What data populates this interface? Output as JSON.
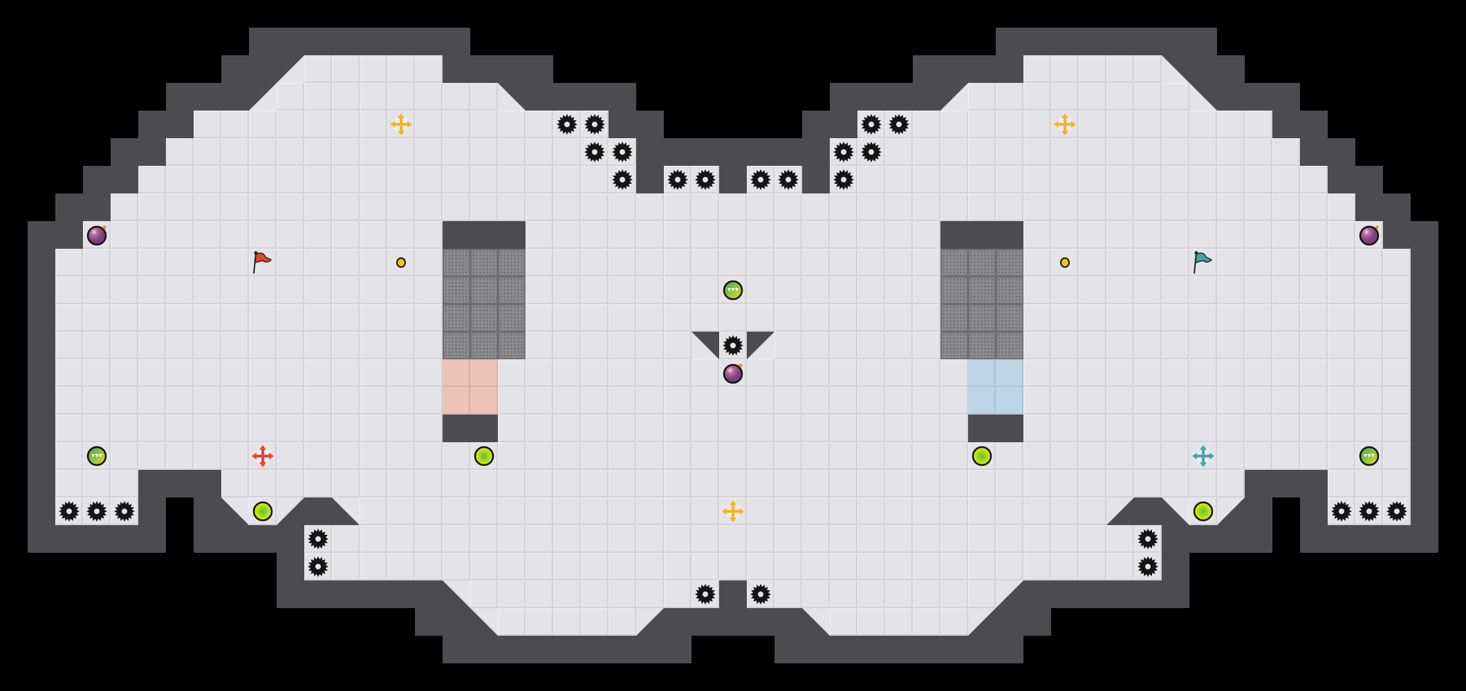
{
  "colors": {
    "background": "#000000",
    "wall": "#4b4b50",
    "floor": "#e4e4e8",
    "gate": "#8c8c8e",
    "red_zone": "#ecc4b6",
    "blue_zone": "#bcd6e6",
    "red_team": "#e8452c",
    "blue_team": "#4aa3a8",
    "neutral_boost": "#f5b324",
    "spike": "#151515"
  },
  "entity_types": [
    "spike",
    "bomb",
    "red-flag",
    "blue-flag",
    "token",
    "boost",
    "red-boost",
    "blue-boost",
    "powerup",
    "lime-orb"
  ]
}
